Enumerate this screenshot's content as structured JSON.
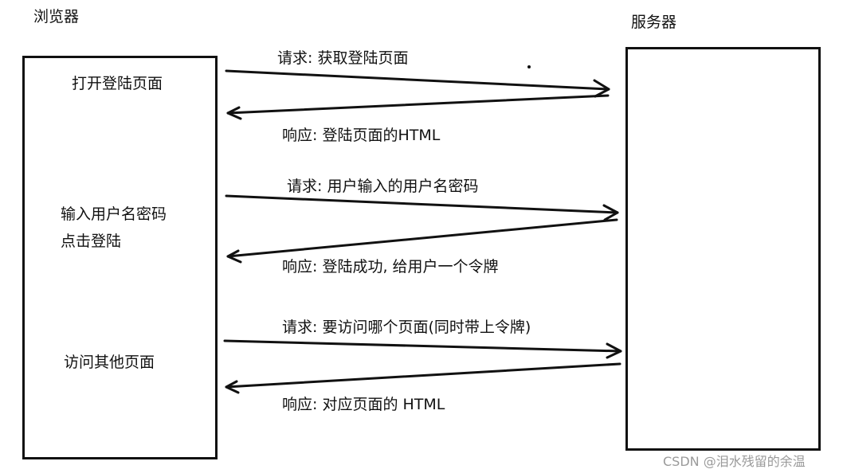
{
  "browser": {
    "title": "浏览器",
    "steps": [
      "打开登陆页面",
      "输入用户名密码",
      "点击登陆",
      "访问其他页面"
    ]
  },
  "server": {
    "title": "服务器"
  },
  "messages": [
    {
      "direction": "request",
      "text": "请求: 获取登陆页面"
    },
    {
      "direction": "response",
      "text": "响应: 登陆页面的HTML"
    },
    {
      "direction": "request",
      "text": "请求: 用户输入的用户名密码"
    },
    {
      "direction": "response",
      "text": "响应: 登陆成功, 给用户一个令牌"
    },
    {
      "direction": "request",
      "text": "请求: 要访问哪个页面(同时带上令牌)"
    },
    {
      "direction": "response",
      "text": "响应: 对应页面的 HTML"
    }
  ],
  "watermark": "CSDN @泪水残留的余温"
}
